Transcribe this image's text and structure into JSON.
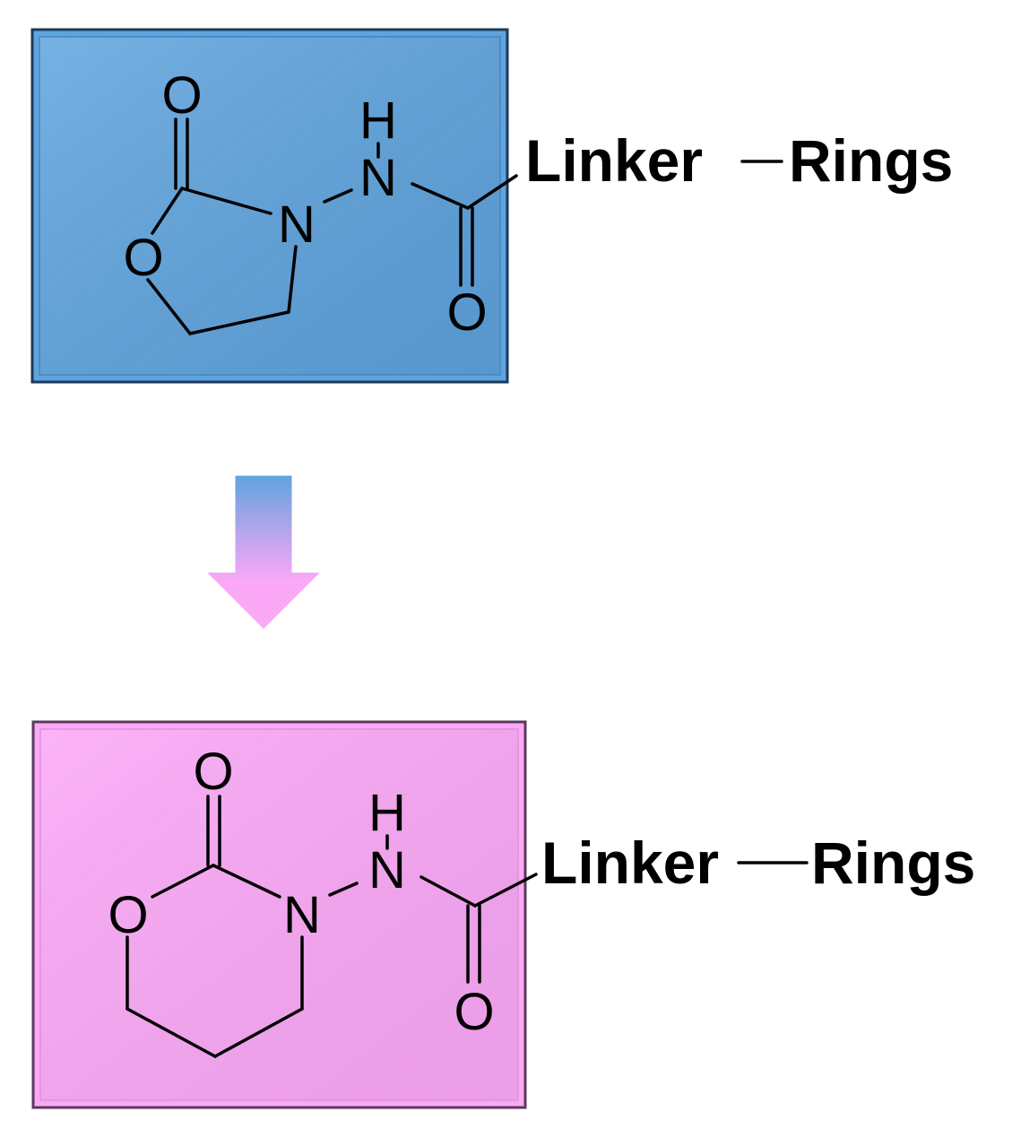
{
  "colors": {
    "top_box": "#5fa4df",
    "bottom_box": "#fba8f7",
    "box_border": "#1e3a5a",
    "arrow_top": "#5fa4df",
    "arrow_bottom": "#fba8f7"
  },
  "top_structure": {
    "atoms": {
      "carbonyl_oxygen": "O",
      "ring_oxygen": "O",
      "ring_nitrogen": "N",
      "amide_nitrogen": "N",
      "amide_hydrogen": "H",
      "amide_oxygen": "O"
    },
    "linker_label": "Linker",
    "rings_label": "Rings"
  },
  "bottom_structure": {
    "atoms": {
      "carbonyl_oxygen": "O",
      "ring_oxygen": "O",
      "ring_nitrogen": "N",
      "amide_nitrogen": "N",
      "amide_hydrogen": "H",
      "amide_oxygen": "O"
    },
    "linker_label": "Linker",
    "rings_label": "Rings"
  },
  "arrow": {
    "icon": "down-arrow-icon"
  }
}
